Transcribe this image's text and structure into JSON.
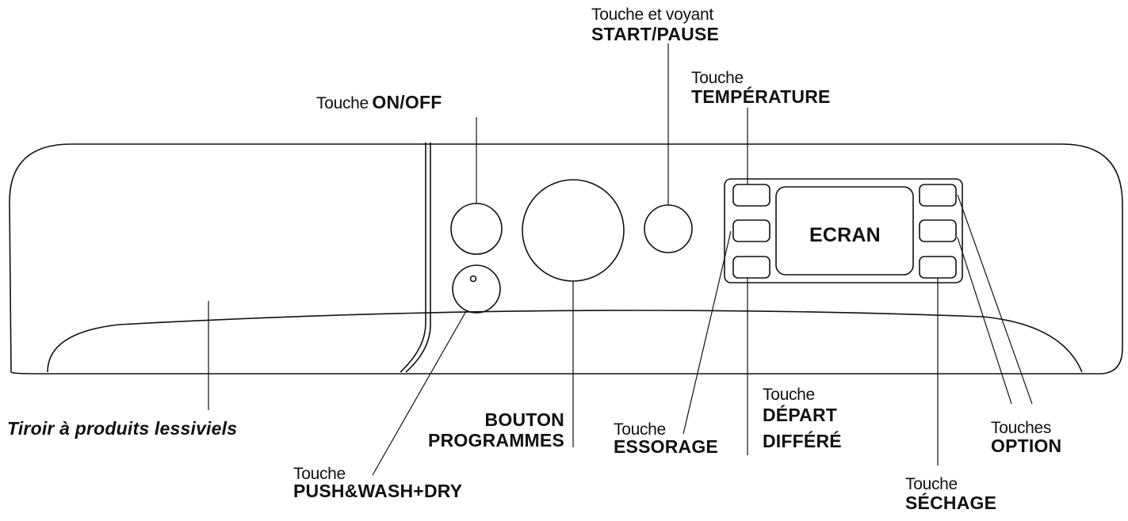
{
  "labels": {
    "drawer": "Tiroir à produits lessiviels",
    "onoff_prefix": "Touche",
    "onoff": "ON/OFF",
    "start_prefix": "Touche et voyant",
    "start": "START/PAUSE",
    "temp_prefix": "Touche",
    "temp": "TEMPÉRATURE",
    "screen": "ECRAN",
    "pushwash_prefix": "Touche",
    "pushwash": "PUSH&WASH+DRY",
    "prog_line1": "BOUTON",
    "prog_line2": "PROGRAMMES",
    "spin_prefix": "Touche",
    "spin": "ESSORAGE",
    "delay_prefix": "Touche",
    "delay_line1": "DÉPART",
    "delay_line2": "DIFFÉRÉ",
    "option_prefix": "Touches",
    "option": "OPTION",
    "dry_prefix": "Touche",
    "dry": "SÉCHAGE"
  }
}
